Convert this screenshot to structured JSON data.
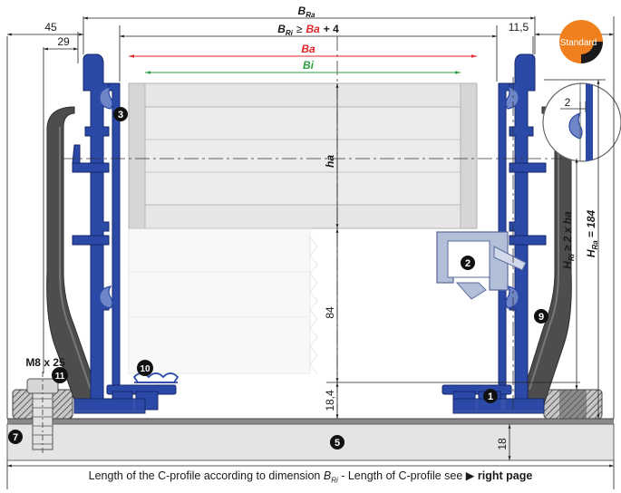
{
  "dims": {
    "b_ra": "B",
    "b_ra_sub": "Ra",
    "b_ri": "B",
    "b_ri_sub": "Ri",
    "b_ri_rel": "≥",
    "ba_term": "Ba",
    "ba_plus": "+ 4",
    "ba": "Ba",
    "bi": "Bi",
    "d45": "45",
    "d29": "29",
    "d11_5": "11,5",
    "ha": "ha",
    "d84": "84",
    "d18_4": "18,4",
    "d18": "18",
    "d2": "2",
    "h_ri_h": "H",
    "h_ri_sub": "Ri",
    "h_ri_rest": "≥ 2 x ha",
    "h_ra_h": "H",
    "h_ra_sub": "Ra",
    "h_ra_rest": "= 184",
    "bolt": "M8 x 25"
  },
  "badge": "Standard",
  "markers": [
    "1",
    "2",
    "3",
    "5",
    "7",
    "9",
    "10",
    "11"
  ],
  "caption": {
    "text_a": "Length of the C-profile according to dimension ",
    "b": "B",
    "b_sub": "Ri",
    "text_b": " - Length of C-profile see ",
    "link": "right page"
  },
  "colors": {
    "blue": "#2b4aa8",
    "gray": "#4a4a4a",
    "red": "#e2242b",
    "green": "#2ea043",
    "orange": "#f07f1e"
  }
}
